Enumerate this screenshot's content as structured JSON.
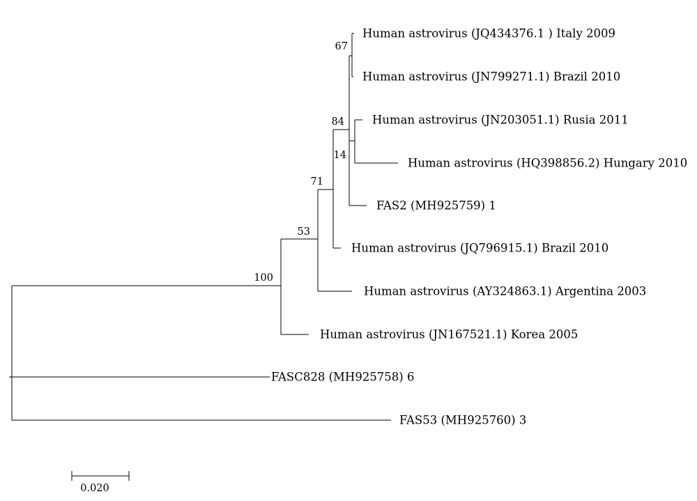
{
  "tree": {
    "leaves": [
      {
        "id": "italy",
        "label": "Human astrovirus (JQ434376.1 ) Italy 2009"
      },
      {
        "id": "brazil1",
        "label": "Human astrovirus (JN799271.1) Brazil 2010"
      },
      {
        "id": "rusia",
        "label": "Human astrovirus (JN203051.1) Rusia 2011"
      },
      {
        "id": "hungary",
        "label": "Human astrovirus (HQ398856.2) Hungary 2010"
      },
      {
        "id": "fas2",
        "label": "FAS2 (MH925759) 1"
      },
      {
        "id": "brazil2",
        "label": "Human astrovirus (JQ796915.1) Brazil 2010"
      },
      {
        "id": "argentina",
        "label": "Human astrovirus (AY324863.1) Argentina 2003"
      },
      {
        "id": "korea",
        "label": "Human astrovirus (JN167521.1) Korea 2005"
      },
      {
        "id": "fasc828",
        "label": "FASC828 (MH925758) 6"
      },
      {
        "id": "fas53",
        "label": "FAS53 (MH925760) 3"
      }
    ],
    "support_values": {
      "n100": "100",
      "n53": "53",
      "n71": "71",
      "n84": "84",
      "n14": "14",
      "n67": "67"
    },
    "scale_bar": {
      "label": "0.020"
    }
  }
}
